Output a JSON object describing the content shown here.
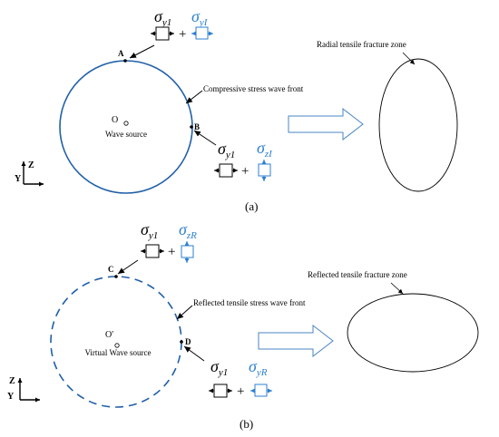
{
  "colors": {
    "circle": "#2160a8",
    "stress_blue": "#2d7fd0",
    "ink": "#000000"
  },
  "panel_a": {
    "caption": "(a)",
    "sigma_symbol": "σ",
    "sigma_black_sub": "y1",
    "sigma_blue_sub_1": "yI",
    "sigma_blue_sub_2": "zI",
    "plus": "+",
    "point_a": "A",
    "point_b": "B",
    "center_label": "O",
    "wave_source": "Wave source",
    "wave_front": "Compressive stress wave front",
    "zone_label": "Radial tensile fracture zone",
    "axis_z": "Z",
    "axis_y": "Y"
  },
  "panel_b": {
    "caption": "(b)",
    "sigma_symbol": "σ",
    "sigma_black_sub": "y1",
    "sigma_blue_sub_1": "zR",
    "sigma_blue_sub_2": "yR",
    "plus": "+",
    "point_c": "C",
    "point_d": "D",
    "center_label": "O'",
    "wave_source": "Virtual Wave source",
    "wave_front": "Reflected tensile stress wave front",
    "zone_label": "Reflected tensile fracture zone",
    "axis_z": "Z",
    "axis_y": "Y"
  }
}
